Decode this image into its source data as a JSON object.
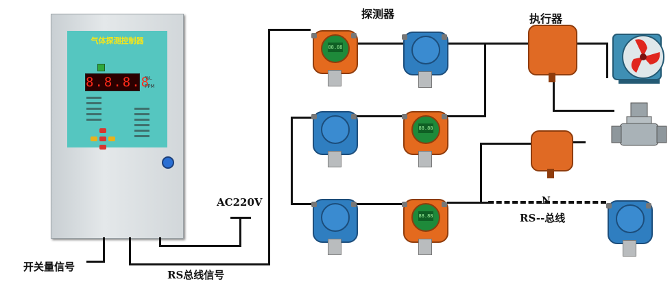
{
  "labels": {
    "detectors": "探测器",
    "actuators": "执行器",
    "ac_power": "AC220V",
    "rs_bus_signal": "RS总线信号",
    "switch_signal": "开关量信号",
    "n_label": "N",
    "rs_bus": "RS--总线"
  },
  "controller": {
    "title": "气体探测控制器",
    "display_value": "8.8.8.8",
    "unit_a": "%L",
    "unit_b": "PPM"
  },
  "detector_display": "88.88",
  "colors": {
    "cabinet": "#d9dee1",
    "panel": "#55c6c0",
    "detector_blue": "#2f7ec0",
    "detector_orange": "#e46a1e",
    "wire": "#111111"
  }
}
